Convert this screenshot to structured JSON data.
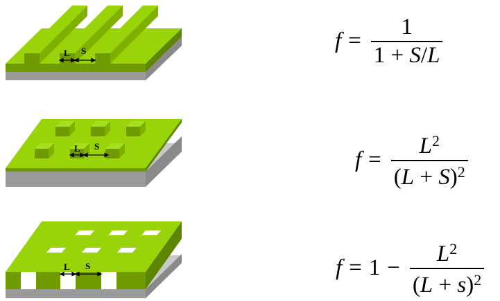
{
  "panels": [
    {
      "name": "line-grating",
      "label_l": "L",
      "label_s": "S",
      "formula": {
        "lhs": "f",
        "eq": "=",
        "num": "1",
        "den_pre": "1 + ",
        "den_s": "S",
        "den_slash": "/",
        "den_l": "L"
      }
    },
    {
      "name": "pillar-array",
      "label_l": "L",
      "label_s": "S",
      "formula": {
        "lhs": "f",
        "eq": "=",
        "num_base": "L",
        "num_exp": "2",
        "den_open": "(",
        "den_l": "L",
        "den_plus": " + ",
        "den_s": "S",
        "den_close": ")",
        "den_exp": "2"
      }
    },
    {
      "name": "hole-array",
      "label_l": "L",
      "label_s": "S",
      "formula": {
        "lhs": "f",
        "eq": "=",
        "one": "1",
        "minus": "−",
        "num_base": "L",
        "num_exp": "2",
        "den_open": "(",
        "den_l": "L",
        "den_plus": " + ",
        "den_s": "s",
        "den_close": ")",
        "den_exp": "2"
      }
    }
  ],
  "colors": {
    "top": "#99d40a",
    "side": "#6f9a00",
    "dark": "#5a7f00",
    "base_top": "#c9c9c9",
    "base_side": "#999999"
  }
}
